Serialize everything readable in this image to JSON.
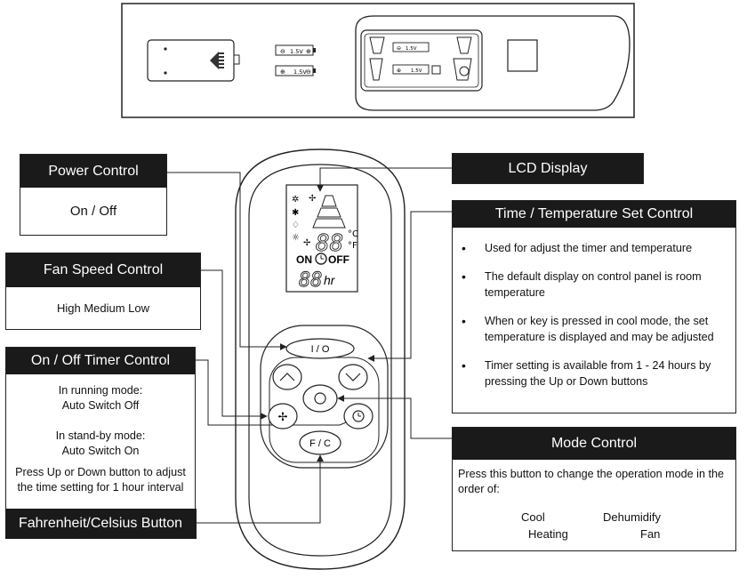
{
  "battery": {
    "labels": [
      "1.5V",
      "1.5V",
      "1.5V",
      "1.5V"
    ]
  },
  "remote": {
    "lcd": {
      "on": "ON",
      "off": "OFF",
      "hr": "hr",
      "c": "°C",
      "f": "°F"
    },
    "buttons": {
      "power": "I / O",
      "fc": "F / C"
    }
  },
  "labels": {
    "power": {
      "title": "Power Control",
      "body": "On / Off"
    },
    "lcd": {
      "title": "LCD Display"
    },
    "time_temp": {
      "title": "Time / Temperature Set Control",
      "bullets": [
        "Used for adjust the timer and temperature",
        "The default display on control panel is room temperature",
        "When or key is pressed in cool mode, the set temperature is displayed and may be adjusted",
        "Timer setting is available from 1 - 24 hours by pressing the Up or Down buttons"
      ]
    },
    "fan": {
      "title": "Fan Speed Control",
      "body": "High Medium Low"
    },
    "timer": {
      "title": "On / Off Timer Control",
      "running_label": "In running mode:",
      "running_value": "Auto Switch Off",
      "standby_label": "In stand-by mode:",
      "standby_value": "Auto Switch On",
      "note": "Press Up or Down button to adjust the time setting for 1 hour interval"
    },
    "fc": {
      "title": "Fahrenheit/Celsius Button"
    },
    "mode": {
      "title": "Mode Control",
      "body": "Press this button to change the operation mode in the order of:",
      "cycle": [
        "Cool",
        "Dehumidify",
        "Fan",
        "Heating"
      ]
    }
  }
}
